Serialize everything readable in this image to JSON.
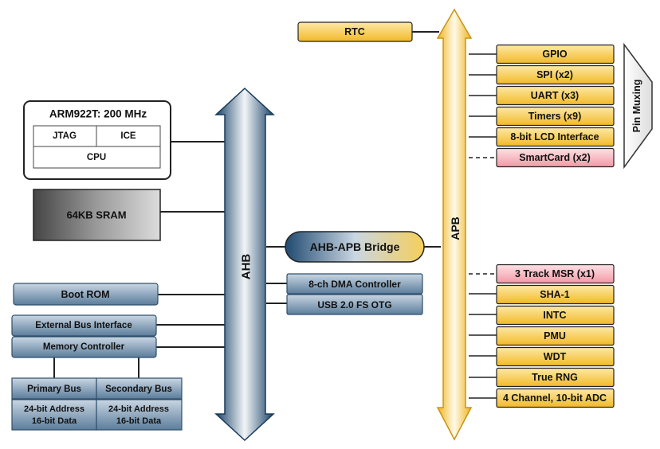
{
  "cpu": {
    "title": "ARM922T: 200 MHz",
    "jtag": "JTAG",
    "ice": "ICE",
    "core": "CPU"
  },
  "sram": "64KB SRAM",
  "left_blocks": {
    "boot_rom": "Boot ROM",
    "ebi": "External Bus Interface",
    "mem_ctrl": "Memory Controller",
    "primary_bus": "Primary Bus",
    "primary_detail_1": "24-bit Address",
    "primary_detail_2": "16-bit Data",
    "secondary_bus": "Secondary Bus",
    "secondary_detail_1": "24-bit Address",
    "secondary_detail_2": "16-bit Data"
  },
  "ahb": {
    "label": "AHB"
  },
  "apb": {
    "label": "APB"
  },
  "bridge": "AHB-APB Bridge",
  "dma": "8-ch DMA Controller",
  "usb": "USB 2.0 FS OTG",
  "rtc": "RTC",
  "pin_muxing": "Pin Muxing",
  "peripherals_top": [
    {
      "label": "GPIO",
      "style": "normal"
    },
    {
      "label": "SPI (x2)",
      "style": "normal"
    },
    {
      "label": "UART (x3)",
      "style": "normal"
    },
    {
      "label": "Timers (x9)",
      "style": "normal"
    },
    {
      "label": "8-bit LCD Interface",
      "style": "normal"
    },
    {
      "label": "SmartCard (x2)",
      "style": "optional"
    }
  ],
  "peripherals_bottom": [
    {
      "label": "3 Track MSR (x1)",
      "style": "optional"
    },
    {
      "label": "SHA-1",
      "style": "normal"
    },
    {
      "label": "INTC",
      "style": "normal"
    },
    {
      "label": "PMU",
      "style": "normal"
    },
    {
      "label": "WDT",
      "style": "normal"
    },
    {
      "label": "True RNG",
      "style": "normal"
    },
    {
      "label": "4 Channel, 10-bit ADC",
      "style": "normal"
    }
  ],
  "colors": {
    "yellow_block": "#f7c948",
    "pink_block": "#f5b5bd",
    "blue_block": "#6f8fab",
    "ahb_dark": "#1f4a70",
    "apb_yellow": "#f5c23a"
  }
}
